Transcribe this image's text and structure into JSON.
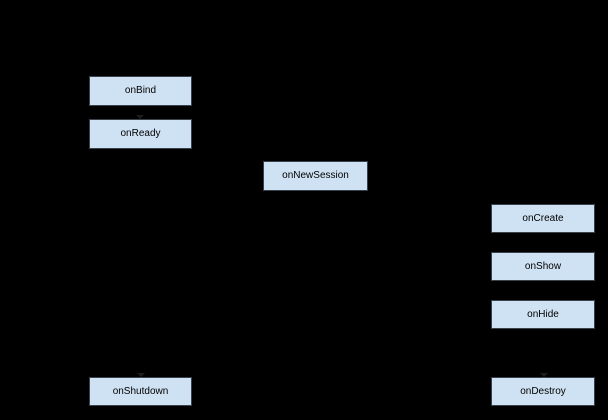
{
  "diagram": {
    "background_color": "#000000",
    "node_fill_color": "#cfe2f3",
    "node_border_color": "#39424c",
    "node_text_color": "#000000",
    "nodes": [
      {
        "id": "onBind",
        "label": "onBind"
      },
      {
        "id": "onReady",
        "label": "onReady"
      },
      {
        "id": "onNewSession",
        "label": "onNewSession"
      },
      {
        "id": "onCreate",
        "label": "onCreate"
      },
      {
        "id": "onShow",
        "label": "onShow"
      },
      {
        "id": "onHide",
        "label": "onHide"
      },
      {
        "id": "onShutdown",
        "label": "onShutdown"
      },
      {
        "id": "onDestroy",
        "label": "onDestroy"
      }
    ]
  }
}
